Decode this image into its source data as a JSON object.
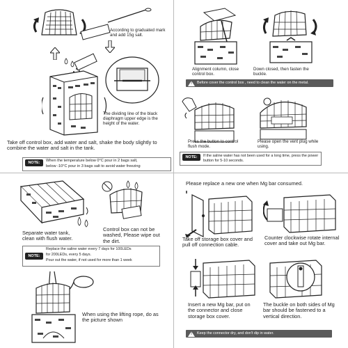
{
  "panel_tl": {
    "step1": "According to graduated mark and add 15g salt.",
    "waterline": "The dividing line of the black diaphragm upper edge is the height of the water.",
    "step2": "Take off control box, add water and salt, shake the body slightly to combine the water and salt in the tank.",
    "note_badge": "NOTE:",
    "note_line1": "When the temperature below 0°C pour in 2 bags salt,",
    "note_line2": "below -10°C pour in 3 bags salt to avoid water freezing"
  },
  "panel_tr": {
    "caption_left": "Alignment column, close control box.",
    "caption_right": "Down closed, then fasten the buckle.",
    "warning": "Before cover the control box , need to clean the water on the metal.",
    "caption_flush": "Press the button to control flush mode.",
    "caption_vent": "Please open the vent plug while using.",
    "note_badge": "NOTE:",
    "note_text": "If the saline water has not been used for a long time, press the power button for 5-10 seconds."
  },
  "panel_bl": {
    "caption_clean": "Separate water tank, clean with flush water.",
    "caption_nowash": "Control box can not be washed, Please wipe out the dirt.",
    "note_badge": "NOTE:",
    "note_line1": "Replace the saline water every 7 days for 100LEDs",
    "note_line2": "for 200LEDs, every 5 days.",
    "note_line3": "Pour out the water, if not used for more than 1 week",
    "caption_rope": "When using the lifting rope, do as the picture shown"
  },
  "panel_br": {
    "title": "Please replace a new one when Mg bar consumed.",
    "caption_storage": "Take off storage box cover and pull off connection cable.",
    "caption_rotate": "Counter clockwise rotate internal cover and take out Mg bar.",
    "caption_insert": "Insert a new Mg bar, put on the connector and close storage box cover.",
    "caption_buckle": "The buckle on both sides of Mg bar should be fastened to a vertical direction.",
    "warning": "Keep the connector dry, and don't dip in water."
  }
}
